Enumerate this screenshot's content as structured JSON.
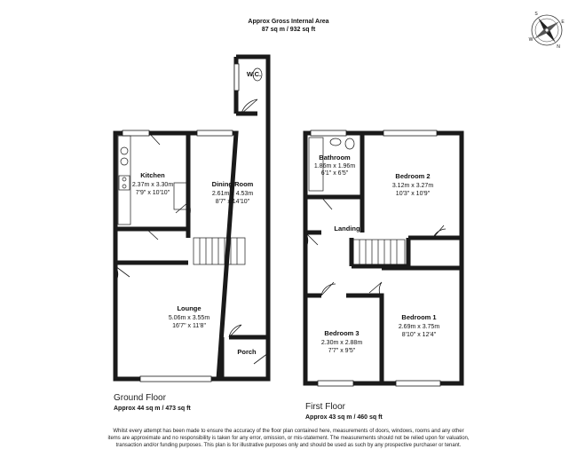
{
  "header": {
    "title": "Approx Gross Internal Area",
    "area": "87 sq m / 932 sq ft"
  },
  "compass": {
    "letters": [
      "S",
      "N",
      "E",
      "W"
    ]
  },
  "ground_floor": {
    "title": "Ground Floor",
    "area": "Approx 44 sq m / 473 sq ft",
    "rooms": {
      "wc": {
        "name": "W.C."
      },
      "kitchen": {
        "name": "Kitchen",
        "metric": "2.37m x 3.30m",
        "imperial": "7'9\" x 10'10\""
      },
      "dining": {
        "name": "Dining Room",
        "metric": "2.61m x 4.53m",
        "imperial": "8'7\" x 14'10\""
      },
      "lounge": {
        "name": "Lounge",
        "metric": "5.06m x 3.55m",
        "imperial": "16'7\" x 11'8\""
      },
      "porch": {
        "name": "Porch"
      }
    }
  },
  "first_floor": {
    "title": "First Floor",
    "area": "Approx 43 sq m / 460 sq ft",
    "rooms": {
      "bathroom": {
        "name": "Bathroom",
        "metric": "1.86m x 1.96m",
        "imperial": "6'1\" x 6'5\""
      },
      "bedroom2": {
        "name": "Bedroom 2",
        "metric": "3.12m x 3.27m",
        "imperial": "10'3\" x 10'9\""
      },
      "landing": {
        "name": "Landing"
      },
      "bedroom3": {
        "name": "Bedroom 3",
        "metric": "2.30m x 2.88m",
        "imperial": "7'7\" x 9'5\""
      },
      "bedroom1": {
        "name": "Bedroom 1",
        "metric": "2.69m x 3.75m",
        "imperial": "8'10\" x 12'4\""
      }
    }
  },
  "disclaimer": "Whilst every attempt has been made to ensure the accuracy of the floor plan contained here, measurements of doors, windows, rooms and any other items are approximate and no responsibility is taken for any error, omission, or mis-statement. The measurements should not be relied upon for valuation, transaction and/or funding purposes. This plan is for illustrative purposes only and should be used as such by any prospective purchaser or tenant.",
  "colors": {
    "wall": "#1a1a1a",
    "window": "#ffffff",
    "background": "#ffffff"
  }
}
